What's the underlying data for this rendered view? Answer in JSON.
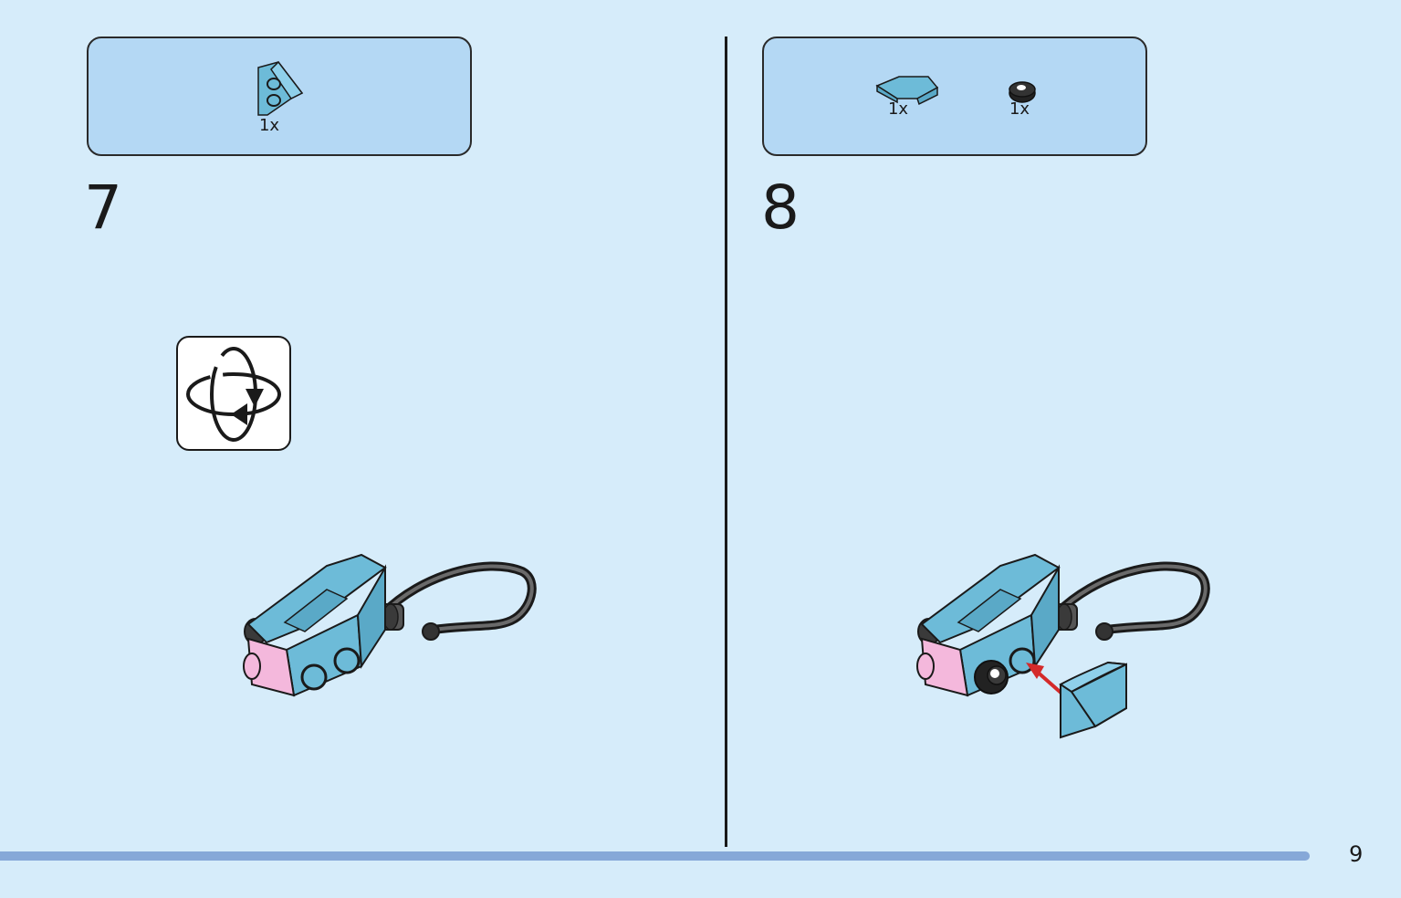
{
  "colors": {
    "background": "#d6ecfa",
    "parts_box": "#b4d8f4",
    "brick_blue": "#6dbbd8",
    "brick_pink": "#f4b8dc",
    "footer_bar": "#86a8d8",
    "arrow_red": "#d42a2a"
  },
  "step7": {
    "number": "7",
    "parts": [
      {
        "icon": "wedge-plate-icon",
        "quantity": "1x"
      }
    ],
    "callout_icon": "rotate-model-icon"
  },
  "step8": {
    "number": "8",
    "parts": [
      {
        "icon": "curved-slope-icon",
        "quantity": "1x"
      },
      {
        "icon": "round-tile-icon",
        "quantity": "1x"
      }
    ]
  },
  "footer": {
    "page_number": "9"
  }
}
